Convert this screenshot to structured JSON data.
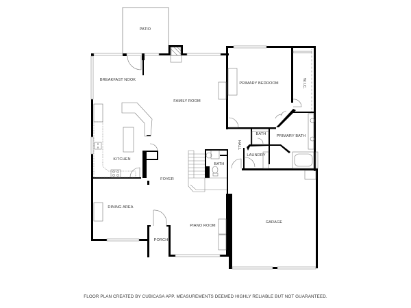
{
  "plan": {
    "rooms": [
      {
        "id": "patio",
        "label": "PATIO"
      },
      {
        "id": "breakfast-nook",
        "label": "BREAKFAST NOOK"
      },
      {
        "id": "family-room",
        "label": "FAMILY ROOM"
      },
      {
        "id": "primary-bedroom",
        "label": "PRIMARY BEDROOM"
      },
      {
        "id": "wic",
        "label": "W.I.C."
      },
      {
        "id": "kitchen",
        "label": "KITCHEN"
      },
      {
        "id": "bath-upper",
        "label": "BATH"
      },
      {
        "id": "primary-bath",
        "label": "PRIMARY BATH"
      },
      {
        "id": "hall",
        "label": "HALL"
      },
      {
        "id": "laundry",
        "label": "LAUNDRY"
      },
      {
        "id": "bath-lower",
        "label": "BATH"
      },
      {
        "id": "foyer",
        "label": "FOYER"
      },
      {
        "id": "dining-area",
        "label": "DINING AREA"
      },
      {
        "id": "piano-room",
        "label": "PIANO ROOM"
      },
      {
        "id": "porch",
        "label": "PORCH"
      },
      {
        "id": "garage",
        "label": "GARAGE"
      }
    ]
  },
  "footer": {
    "disclaimer": "FLOOR PLAN CREATED BY CUBICASA APP. MEASUREMENTS DEEMED HIGHLY RELIABLE BUT NOT GUARANTEED."
  }
}
